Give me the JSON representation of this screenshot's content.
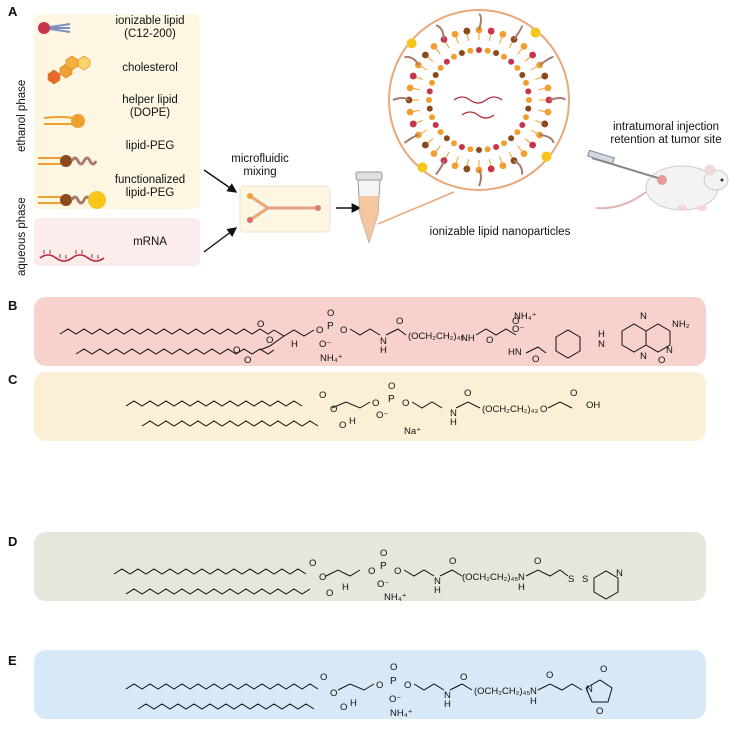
{
  "panel_labels": {
    "a": "A",
    "b": "B",
    "c": "C",
    "d": "D",
    "e": "E"
  },
  "phases": {
    "ethanol": "ethanol phase",
    "aqueous": "aqueous phase"
  },
  "components": {
    "ionizable_lipid": [
      "ionizable lipid",
      "(C12-200)"
    ],
    "cholesterol": "cholesterol",
    "helper_lipid": [
      "helper lipid",
      "(DOPE)"
    ],
    "lipid_peg": "lipid-PEG",
    "functionalized_lipid_peg": [
      "functionalized",
      "lipid-PEG"
    ],
    "mrna": "mRNA"
  },
  "mixing": [
    "microfluidic",
    "mixing"
  ],
  "nanoparticles": "ionizable lipid nanoparticles",
  "injection": [
    "intratumoral injection",
    "retention at tumor site"
  ],
  "colors": {
    "ethanol_bg": "#fdf6e3",
    "aqueous_bg": "#fdecec",
    "panel_b_bg": "#f7d1cc",
    "panel_c_bg": "#fbf0d6",
    "panel_d_bg": "#e4e7dc",
    "panel_e_bg": "#d7e9f7",
    "orange": "#f0a030",
    "red_head": "#c8344a",
    "brown": "#8a4a1c",
    "peg": "#a87a6a",
    "yellow": "#f6c61b"
  },
  "chem": {
    "b": {
      "o": "O",
      "p": "P",
      "ominus": "O⁻",
      "nh4": "NH₄⁺",
      "h": "H",
      "n": "N",
      "peg": "(OCH₂CH₂)₄₅",
      "nh": "NH",
      "hn": "HN",
      "nh2": "NH₂",
      "ominus2": "O⁻",
      "nh4b": "NH₄⁺"
    },
    "c": {
      "o": "O",
      "p": "P",
      "ominus": "O⁻",
      "na": "Na⁺",
      "h": "H",
      "n": "N",
      "peg": "(OCH₂CH₂)₄₃",
      "oh": "OH"
    },
    "d": {
      "o": "O",
      "p": "P",
      "ominus": "O⁻",
      "nh4": "NH₄⁺",
      "h": "H",
      "n": "N",
      "peg": "(OCH₂CH₂)₄₅",
      "s": "S"
    },
    "e": {
      "o": "O",
      "p": "P",
      "ominus": "O⁻",
      "nh4": "NH₄⁺",
      "h": "H",
      "n": "N",
      "peg": "(OCH₂CH₂)₄₅"
    }
  }
}
